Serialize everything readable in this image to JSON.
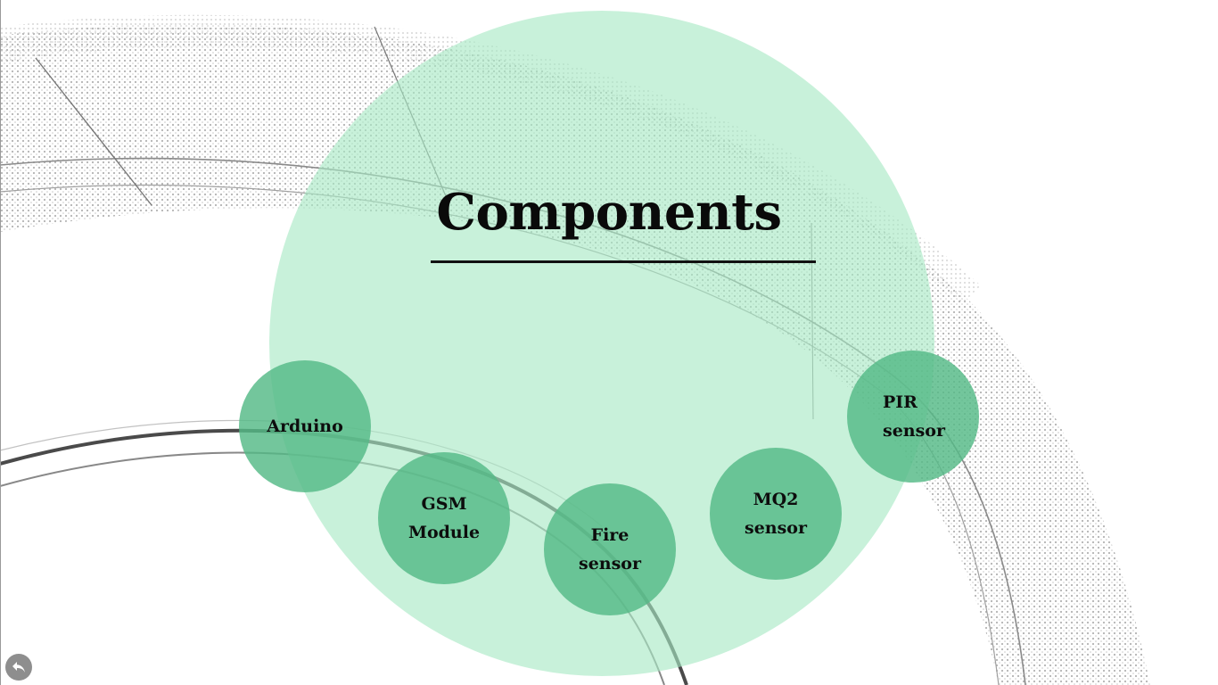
{
  "slide": {
    "title": "Components"
  },
  "components": [
    {
      "line1": "Arduino",
      "line2": ""
    },
    {
      "line1": "GSM",
      "line2": "Module"
    },
    {
      "line1": "Fire",
      "line2": "sensor"
    },
    {
      "line1": "MQ2",
      "line2": "sensor"
    },
    {
      "line1": "PIR",
      "line2": "sensor"
    }
  ],
  "colors": {
    "big_circle": "#a6e8c4",
    "node": "#54ba86",
    "text": "#0a0a0a",
    "back_button": "#8e8e8e"
  },
  "icons": {
    "back": "undo-arrow-icon"
  }
}
